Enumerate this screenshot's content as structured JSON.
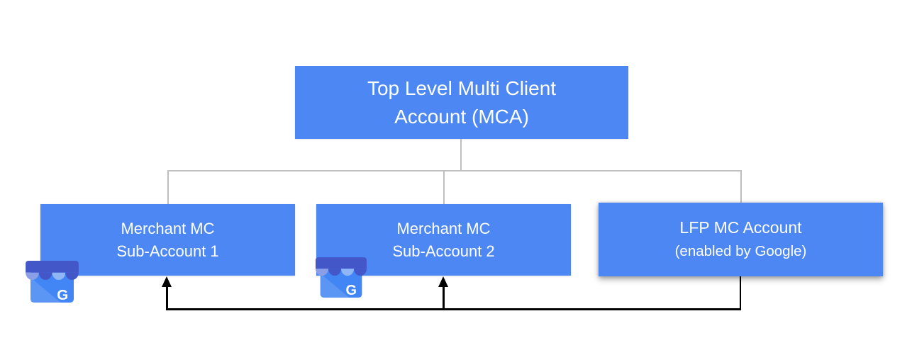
{
  "diagram": {
    "root_box": {
      "line1": "Top Level Multi Client",
      "line2": "Account (MCA)"
    },
    "child_boxes": [
      {
        "line1": "Merchant MC",
        "line2": "Sub-Account 1"
      },
      {
        "line1": "Merchant MC",
        "line2": "Sub-Account 2"
      },
      {
        "line1": "LFP MC Account",
        "line2": "(enabled by Google)"
      }
    ],
    "icons": {
      "gmb_name": "google-my-business",
      "gmb_letter": "G"
    },
    "colors": {
      "box_blue": "#4C87F3",
      "connector_gray": "#BFBFBF",
      "arrow_black": "#000000",
      "box_text": "#FFFFFF",
      "icon_body_blue": "#4285F4",
      "icon_awning_dark": "#4357C8",
      "icon_awning_light_1": "#8A9FE8",
      "icon_awning_light_2": "#8FB7F8"
    }
  }
}
